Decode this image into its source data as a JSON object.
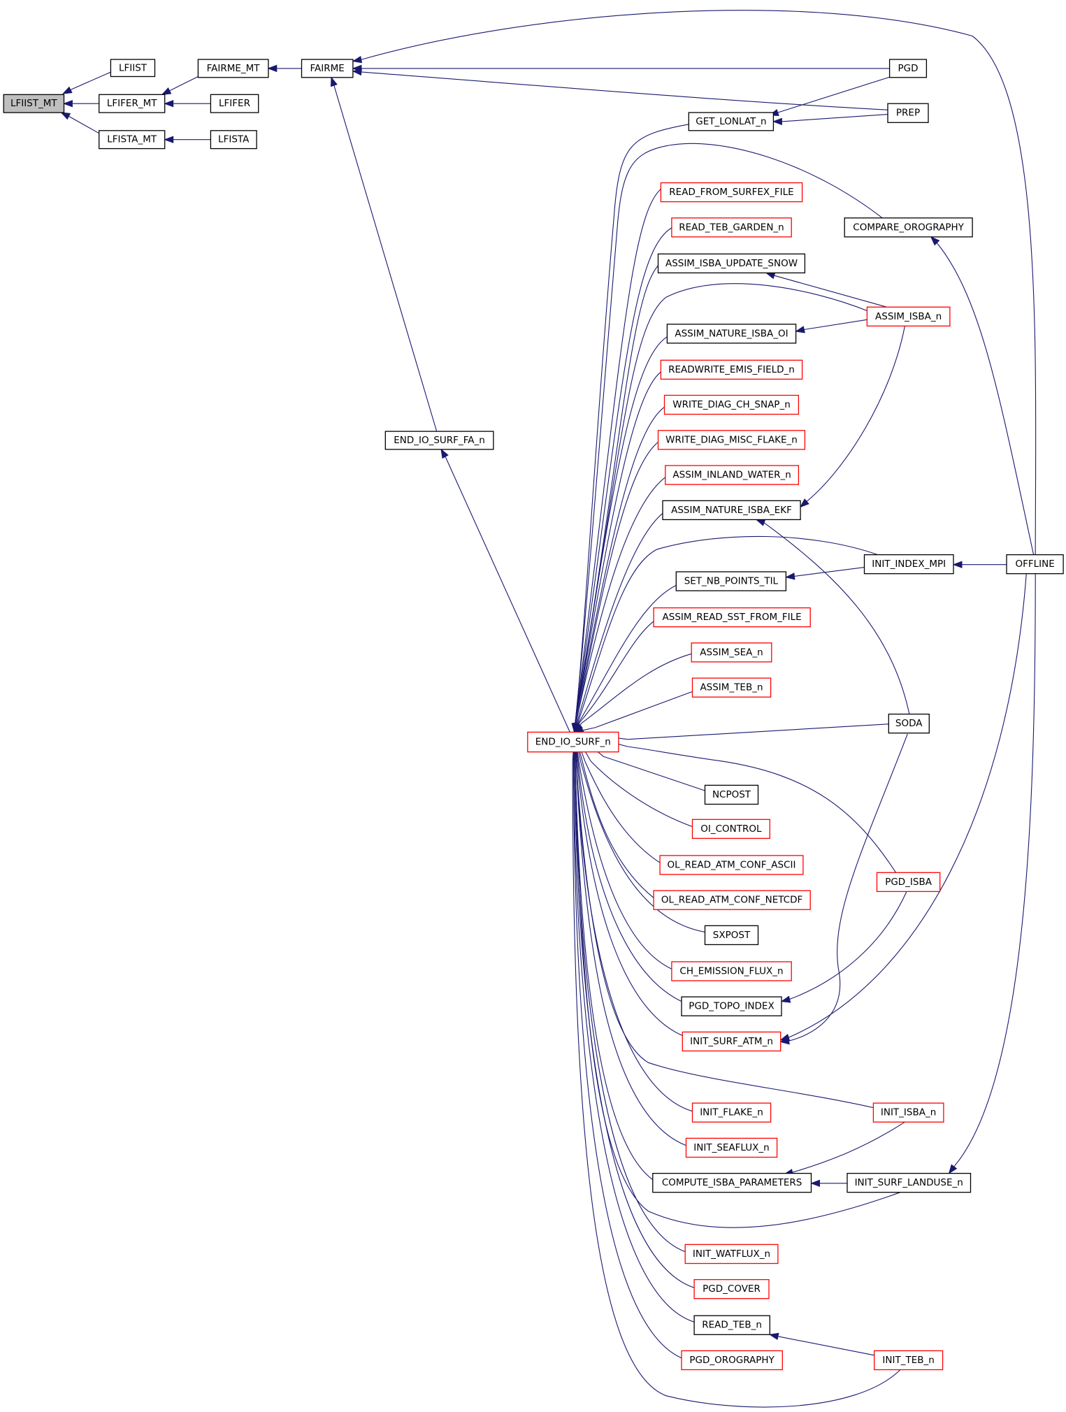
{
  "colors": {
    "edge": "#191970",
    "border_default": "#000000",
    "border_truncated": "#ff0000",
    "fill_root": "#bfbfbf",
    "fill_default": "#ffffff"
  },
  "nodes": {
    "LFIIST_MT": {
      "label": "LFIIST_MT",
      "style": "root"
    },
    "LFIIST": {
      "label": "LFIIST",
      "style": "normal"
    },
    "LFIFER_MT": {
      "label": "LFIFER_MT",
      "style": "normal"
    },
    "LFISTA_MT": {
      "label": "LFISTA_MT",
      "style": "normal"
    },
    "FAIRME_MT": {
      "label": "FAIRME_MT",
      "style": "normal"
    },
    "LFIFER": {
      "label": "LFIFER",
      "style": "normal"
    },
    "LFISTA": {
      "label": "LFISTA",
      "style": "normal"
    },
    "FAIRME": {
      "label": "FAIRME",
      "style": "normal"
    },
    "END_IO_SURF_FA_n": {
      "label": "END_IO_SURF_FA_n",
      "style": "normal"
    },
    "END_IO_SURF_n": {
      "label": "END_IO_SURF_n",
      "style": "truncated"
    },
    "GET_LONLAT_n": {
      "label": "GET_LONLAT_n",
      "style": "normal"
    },
    "READ_FROM_SURFEX_FILE": {
      "label": "READ_FROM_SURFEX_FILE",
      "style": "truncated"
    },
    "READ_TEB_GARDEN_n": {
      "label": "READ_TEB_GARDEN_n",
      "style": "truncated"
    },
    "ASSIM_ISBA_UPDATE_SNOW": {
      "label": "ASSIM_ISBA_UPDATE_SNOW",
      "style": "normal"
    },
    "ASSIM_NATURE_ISBA_OI": {
      "label": "ASSIM_NATURE_ISBA_OI",
      "style": "normal"
    },
    "READWRITE_EMIS_FIELD_n": {
      "label": "READWRITE_EMIS_FIELD_n",
      "style": "truncated"
    },
    "WRITE_DIAG_CH_SNAP_n": {
      "label": "WRITE_DIAG_CH_SNAP_n",
      "style": "truncated"
    },
    "WRITE_DIAG_MISC_FLAKE_n": {
      "label": "WRITE_DIAG_MISC_FLAKE_n",
      "style": "truncated"
    },
    "ASSIM_INLAND_WATER_n": {
      "label": "ASSIM_INLAND_WATER_n",
      "style": "truncated"
    },
    "ASSIM_NATURE_ISBA_EKF": {
      "label": "ASSIM_NATURE_ISBA_EKF",
      "style": "normal"
    },
    "SET_NB_POINTS_TIL": {
      "label": "SET_NB_POINTS_TIL",
      "style": "normal"
    },
    "ASSIM_READ_SST_FROM_FILE": {
      "label": "ASSIM_READ_SST_FROM_FILE",
      "style": "truncated"
    },
    "ASSIM_SEA_n": {
      "label": "ASSIM_SEA_n",
      "style": "truncated"
    },
    "ASSIM_TEB_n": {
      "label": "ASSIM_TEB_n",
      "style": "truncated"
    },
    "NCPOST": {
      "label": "NCPOST",
      "style": "normal"
    },
    "OI_CONTROL": {
      "label": "OI_CONTROL",
      "style": "truncated"
    },
    "OL_READ_ATM_CONF_ASCII": {
      "label": "OL_READ_ATM_CONF_ASCII",
      "style": "truncated"
    },
    "OL_READ_ATM_CONF_NETCDF": {
      "label": "OL_READ_ATM_CONF_NETCDF",
      "style": "truncated"
    },
    "SXPOST": {
      "label": "SXPOST",
      "style": "normal"
    },
    "CH_EMISSION_FLUX_n": {
      "label": "CH_EMISSION_FLUX_n",
      "style": "truncated"
    },
    "PGD_TOPO_INDEX": {
      "label": "PGD_TOPO_INDEX",
      "style": "normal"
    },
    "INIT_SURF_ATM_n": {
      "label": "INIT_SURF_ATM_n",
      "style": "truncated"
    },
    "INIT_FLAKE_n": {
      "label": "INIT_FLAKE_n",
      "style": "truncated"
    },
    "INIT_SEAFLUX_n": {
      "label": "INIT_SEAFLUX_n",
      "style": "truncated"
    },
    "COMPUTE_ISBA_PARAMETERS": {
      "label": "COMPUTE_ISBA_PARAMETERS",
      "style": "normal"
    },
    "INIT_WATFLUX_n": {
      "label": "INIT_WATFLUX_n",
      "style": "truncated"
    },
    "PGD_COVER": {
      "label": "PGD_COVER",
      "style": "truncated"
    },
    "READ_TEB_n": {
      "label": "READ_TEB_n",
      "style": "normal"
    },
    "PGD_OROGRAPHY": {
      "label": "PGD_OROGRAPHY",
      "style": "truncated"
    },
    "PGD": {
      "label": "PGD",
      "style": "normal"
    },
    "PREP": {
      "label": "PREP",
      "style": "normal"
    },
    "COMPARE_OROGRAPHY": {
      "label": "COMPARE_OROGRAPHY",
      "style": "normal"
    },
    "ASSIM_ISBA_n": {
      "label": "ASSIM_ISBA_n",
      "style": "truncated"
    },
    "INIT_INDEX_MPI": {
      "label": "INIT_INDEX_MPI",
      "style": "normal"
    },
    "SODA": {
      "label": "SODA",
      "style": "normal"
    },
    "PGD_ISBA": {
      "label": "PGD_ISBA",
      "style": "truncated"
    },
    "INIT_ISBA_n": {
      "label": "INIT_ISBA_n",
      "style": "truncated"
    },
    "INIT_SURF_LANDUSE_n": {
      "label": "INIT_SURF_LANDUSE_n",
      "style": "normal"
    },
    "INIT_TEB_n": {
      "label": "INIT_TEB_n",
      "style": "truncated"
    },
    "OFFLINE": {
      "label": "OFFLINE",
      "style": "normal"
    }
  },
  "edges": [
    [
      "LFIIST",
      "LFIIST_MT"
    ],
    [
      "LFIFER_MT",
      "LFIIST_MT"
    ],
    [
      "LFISTA_MT",
      "LFIIST_MT"
    ],
    [
      "FAIRME_MT",
      "LFIFER_MT"
    ],
    [
      "LFIFER",
      "LFIFER_MT"
    ],
    [
      "LFISTA",
      "LFISTA_MT"
    ],
    [
      "FAIRME",
      "FAIRME_MT"
    ],
    [
      "PGD",
      "FAIRME"
    ],
    [
      "PREP",
      "FAIRME"
    ],
    [
      "OFFLINE",
      "FAIRME"
    ],
    [
      "END_IO_SURF_FA_n",
      "FAIRME"
    ],
    [
      "END_IO_SURF_n",
      "END_IO_SURF_FA_n"
    ],
    [
      "PGD",
      "GET_LONLAT_n"
    ],
    [
      "PREP",
      "GET_LONLAT_n"
    ],
    [
      "ASSIM_ISBA_n",
      "ASSIM_ISBA_UPDATE_SNOW"
    ],
    [
      "ASSIM_ISBA_n",
      "ASSIM_NATURE_ISBA_OI"
    ],
    [
      "ASSIM_ISBA_n",
      "ASSIM_NATURE_ISBA_EKF"
    ],
    [
      "SODA",
      "ASSIM_NATURE_ISBA_EKF"
    ],
    [
      "INIT_INDEX_MPI",
      "SET_NB_POINTS_TIL"
    ],
    [
      "OFFLINE",
      "INIT_INDEX_MPI"
    ],
    [
      "OFFLINE",
      "COMPARE_OROGRAPHY"
    ],
    [
      "PGD_ISBA",
      "PGD_TOPO_INDEX"
    ],
    [
      "OFFLINE",
      "INIT_SURF_ATM_n"
    ],
    [
      "SODA",
      "INIT_SURF_ATM_n"
    ],
    [
      "INIT_SURF_LANDUSE_n",
      "COMPUTE_ISBA_PARAMETERS"
    ],
    [
      "INIT_ISBA_n",
      "COMPUTE_ISBA_PARAMETERS"
    ],
    [
      "OFFLINE",
      "INIT_SURF_LANDUSE_n"
    ],
    [
      "INIT_TEB_n",
      "READ_TEB_n"
    ],
    [
      "GET_LONLAT_n",
      "END_IO_SURF_n"
    ],
    [
      "COMPARE_OROGRAPHY",
      "END_IO_SURF_n"
    ],
    [
      "READ_FROM_SURFEX_FILE",
      "END_IO_SURF_n"
    ],
    [
      "READ_TEB_GARDEN_n",
      "END_IO_SURF_n"
    ],
    [
      "ASSIM_ISBA_UPDATE_SNOW",
      "END_IO_SURF_n"
    ],
    [
      "ASSIM_ISBA_n",
      "END_IO_SURF_n"
    ],
    [
      "ASSIM_NATURE_ISBA_OI",
      "END_IO_SURF_n"
    ],
    [
      "READWRITE_EMIS_FIELD_n",
      "END_IO_SURF_n"
    ],
    [
      "WRITE_DIAG_CH_SNAP_n",
      "END_IO_SURF_n"
    ],
    [
      "WRITE_DIAG_MISC_FLAKE_n",
      "END_IO_SURF_n"
    ],
    [
      "ASSIM_INLAND_WATER_n",
      "END_IO_SURF_n"
    ],
    [
      "ASSIM_NATURE_ISBA_EKF",
      "END_IO_SURF_n"
    ],
    [
      "INIT_INDEX_MPI",
      "END_IO_SURF_n"
    ],
    [
      "SET_NB_POINTS_TIL",
      "END_IO_SURF_n"
    ],
    [
      "ASSIM_READ_SST_FROM_FILE",
      "END_IO_SURF_n"
    ],
    [
      "ASSIM_SEA_n",
      "END_IO_SURF_n"
    ],
    [
      "ASSIM_TEB_n",
      "END_IO_SURF_n"
    ],
    [
      "SODA",
      "END_IO_SURF_n"
    ],
    [
      "PGD_ISBA",
      "END_IO_SURF_n"
    ],
    [
      "NCPOST",
      "END_IO_SURF_n"
    ],
    [
      "OI_CONTROL",
      "END_IO_SURF_n"
    ],
    [
      "OL_READ_ATM_CONF_ASCII",
      "END_IO_SURF_n"
    ],
    [
      "OL_READ_ATM_CONF_NETCDF",
      "END_IO_SURF_n"
    ],
    [
      "SXPOST",
      "END_IO_SURF_n"
    ],
    [
      "CH_EMISSION_FLUX_n",
      "END_IO_SURF_n"
    ],
    [
      "PGD_TOPO_INDEX",
      "END_IO_SURF_n"
    ],
    [
      "INIT_SURF_ATM_n",
      "END_IO_SURF_n"
    ],
    [
      "INIT_ISBA_n",
      "END_IO_SURF_n"
    ],
    [
      "INIT_FLAKE_n",
      "END_IO_SURF_n"
    ],
    [
      "INIT_SEAFLUX_n",
      "END_IO_SURF_n"
    ],
    [
      "COMPUTE_ISBA_PARAMETERS",
      "END_IO_SURF_n"
    ],
    [
      "INIT_SURF_LANDUSE_n",
      "END_IO_SURF_n"
    ],
    [
      "INIT_WATFLUX_n",
      "END_IO_SURF_n"
    ],
    [
      "PGD_COVER",
      "END_IO_SURF_n"
    ],
    [
      "READ_TEB_n",
      "END_IO_SURF_n"
    ],
    [
      "PGD_OROGRAPHY",
      "END_IO_SURF_n"
    ],
    [
      "INIT_TEB_n",
      "END_IO_SURF_n"
    ]
  ]
}
